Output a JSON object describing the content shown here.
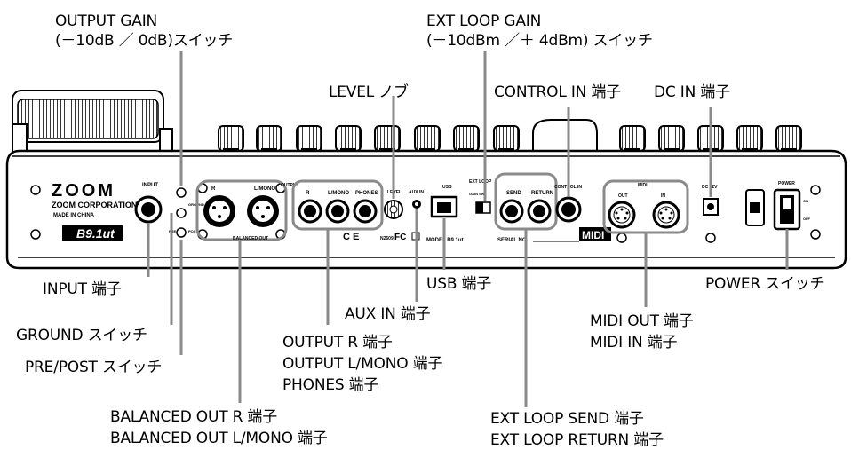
{
  "callouts": {
    "output_gain": [
      "OUTPUT GAIN",
      "(－10dB ／ 0dB)スイッチ"
    ],
    "ext_loop_gain": [
      "EXT LOOP GAIN",
      "(－10dBm ／＋ 4dBm) スイッチ"
    ],
    "level": "LEVEL ノブ",
    "control_in": "CONTROL IN 端子",
    "dc_in": "DC IN 端子",
    "input": "INPUT 端子",
    "ground": "GROUND スイッチ",
    "pre_post": "PRE/POST スイッチ",
    "usb": "USB 端子",
    "aux_in": "AUX IN 端子",
    "output": [
      "OUTPUT R 端子",
      "OUTPUT L/MONO 端子",
      "PHONES 端子"
    ],
    "balanced": [
      "BALANCED OUT R 端子",
      "BALANCED OUT L/MONO 端子"
    ],
    "midi": [
      "MIDI OUT 端子",
      "MIDI IN 端子"
    ],
    "ext_loop": [
      "EXT LOOP SEND 端子",
      "EXT LOOP RETURN 端子"
    ],
    "power": "POWER スイッチ"
  },
  "panel": {
    "brand": "ZOOM",
    "company": "ZOOM CORPORATION",
    "made_in": "MADE IN CHINA",
    "model_logo": "B9.1ut",
    "input": "INPUT",
    "balanced_r": "R",
    "balanced_l": "L/MONO",
    "balanced_out": "BALANCED OUT",
    "output_group": "OUTPUT",
    "out_r": "R",
    "out_l": "L/MONO",
    "phones": "PHONES",
    "level": "LEVEL",
    "aux_in": "AUX IN",
    "usb": "USB",
    "model_no": "MODEL B9.1ut",
    "serial_no": "SERIAL NO.",
    "ext_loop": "EXT LOOP",
    "gain": "GAIN SW",
    "send": "SEND",
    "return": "RETURN",
    "control_in": "CONTROL IN",
    "midi": "MIDI",
    "midi_out": "OUT",
    "midi_in": "IN",
    "dc": "DC 12V",
    "power": "POWER",
    "on": "ON",
    "off": "OFF",
    "ground": "GROUND",
    "pre": "PRE",
    "post": "POST",
    "ce": "C E",
    "fc": "FC",
    "compliance": "N2609"
  }
}
